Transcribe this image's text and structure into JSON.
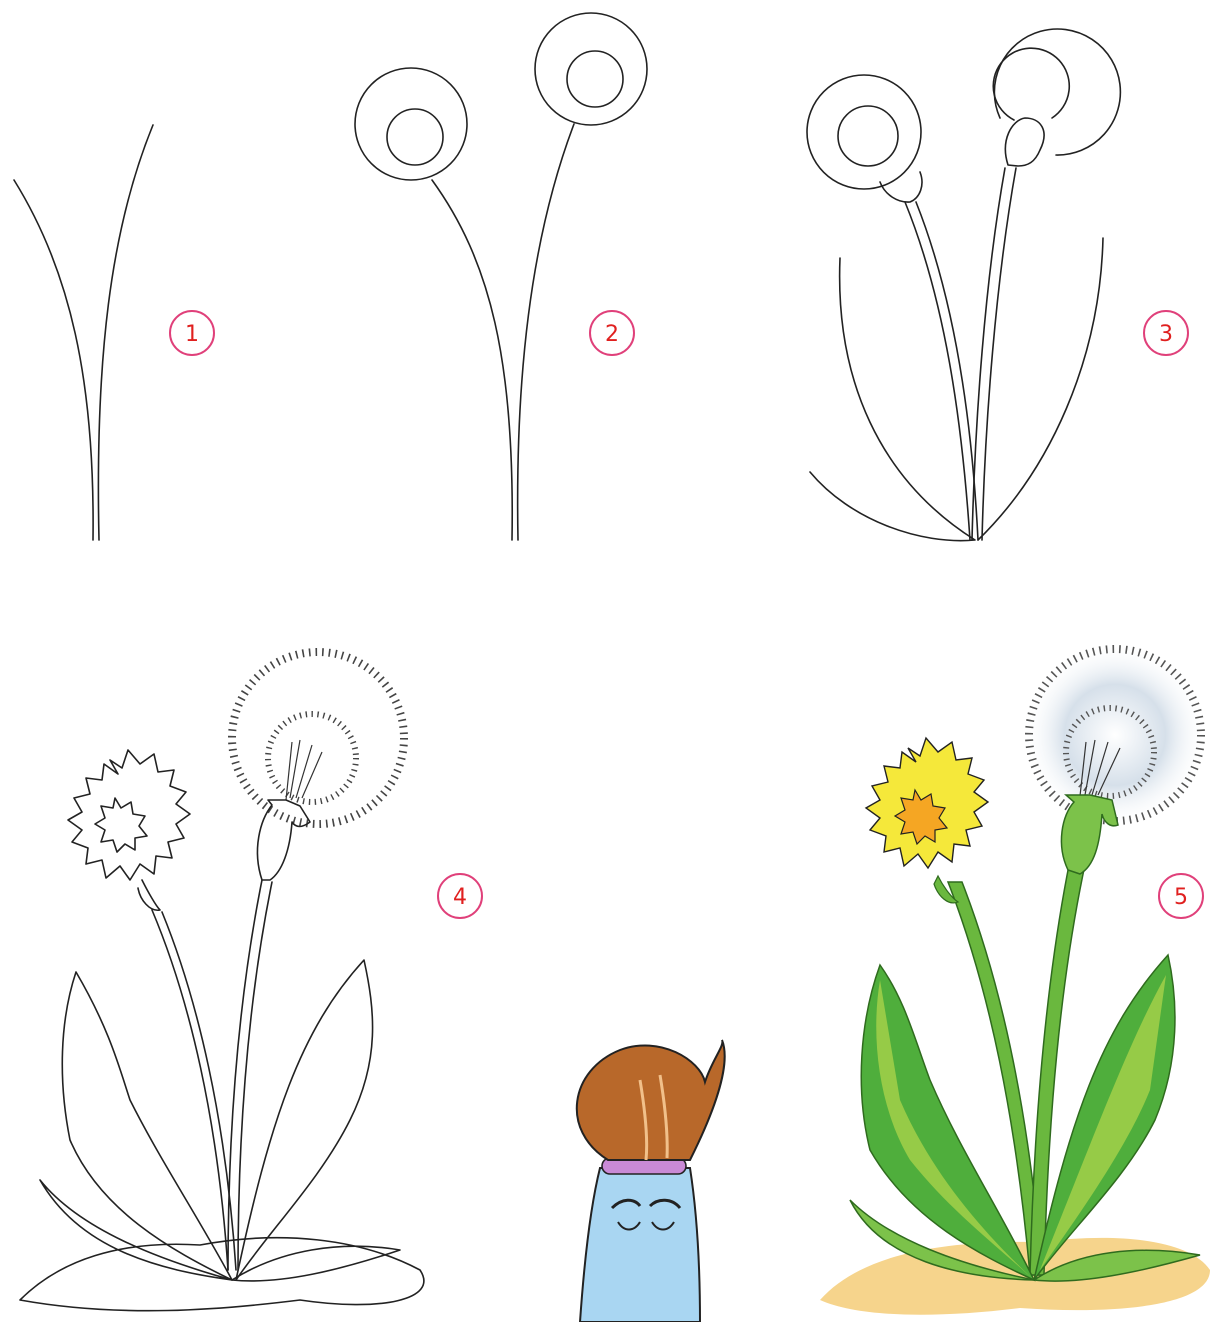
{
  "steps": [
    {
      "label": "1"
    },
    {
      "label": "2"
    },
    {
      "label": "3"
    },
    {
      "label": "4"
    },
    {
      "label": "5"
    }
  ],
  "colors": {
    "badge_stroke": "#e0407a",
    "number": "#e0201f",
    "flower_yellow": "#f5e83a",
    "flower_orange": "#f5a623",
    "leaf_green": "#4fae3c",
    "leaf_light": "#a8d24a",
    "ground": "#f6d48c",
    "puff": "#c9d6e2",
    "brush_tip": "#b8682a"
  },
  "icons": [
    "dandelion-drawing-step",
    "paintbrush-mascot"
  ]
}
